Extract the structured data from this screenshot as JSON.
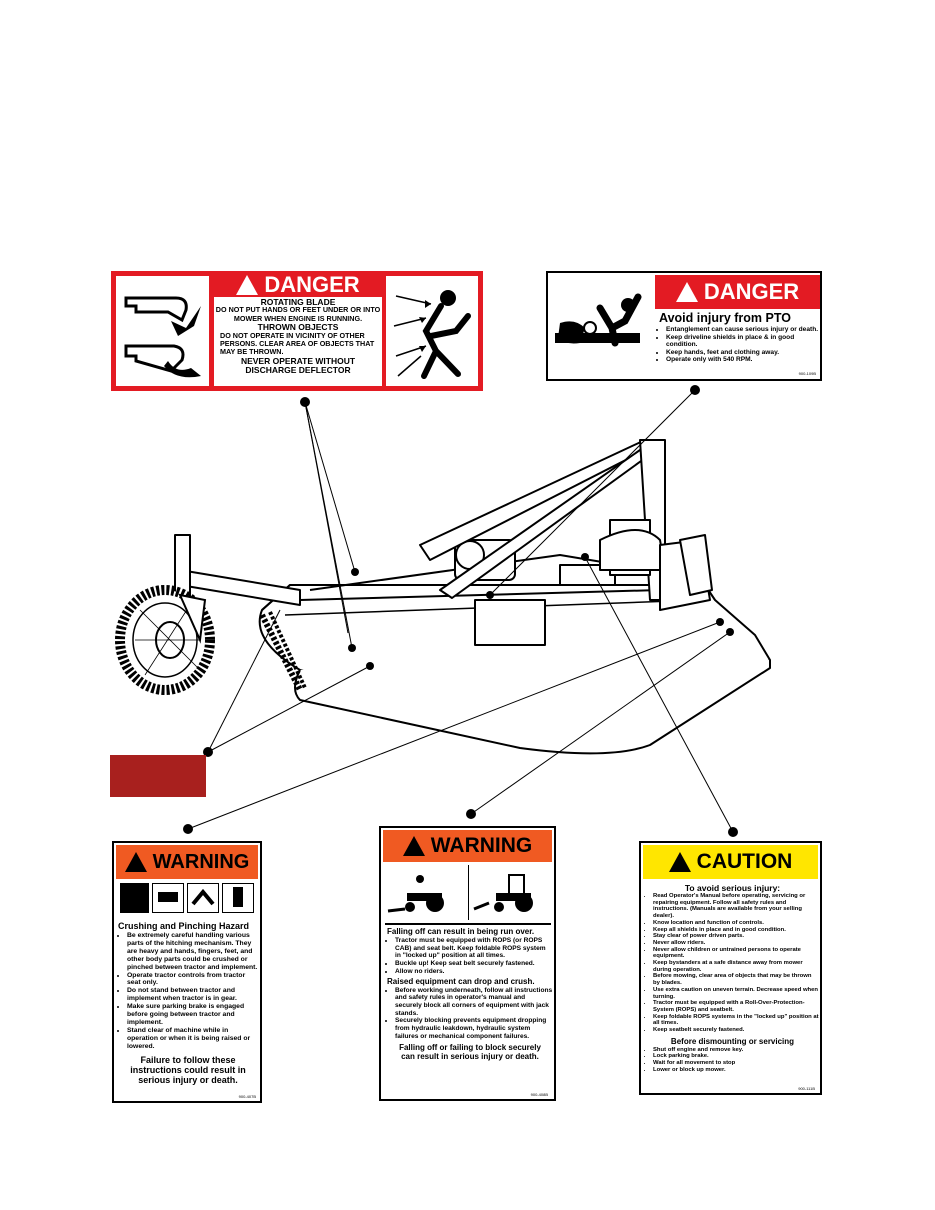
{
  "colors": {
    "danger_red": "#e31b23",
    "warning_orange": "#f05a22",
    "caution_yellow": "#ffe600",
    "dot": "#000000",
    "swatch": "#a8201e"
  },
  "danger_blade": {
    "header": "DANGER",
    "h1": "ROTATING BLADE",
    "p1": "DO NOT PUT HANDS OR FEET UNDER OR INTO MOWER WHEN ENGINE IS RUNNING.",
    "h2": "THROWN OBJECTS",
    "p2": "DO NOT OPERATE IN VICINITY OF OTHER PERSONS. CLEAR AREA OF OBJECTS THAT MAY BE THROWN.",
    "h3": "NEVER OPERATE WITHOUT DISCHARGE DEFLECTOR"
  },
  "danger_pto": {
    "header": "DANGER",
    "title": "Avoid injury from PTO",
    "items": [
      "Entanglement can cause serious injury or death.",
      "Keep driveline shields in place & in good condition.",
      "Keep hands, feet and clothing away.",
      "Operate only with 540 RPM."
    ],
    "code": "900-109B"
  },
  "warning_crush": {
    "header": "WARNING",
    "title": "Crushing and Pinching Hazard",
    "items": [
      "Be extremely careful handling various parts of the hitching mechanism. They are heavy and hands, fingers, feet, and other body parts could be crushed or pinched between tractor and implement.",
      "Operate tractor controls from tractor seat only.",
      "Do not stand between tractor and implement when tractor is in gear.",
      "Make sure parking brake is engaged before going between tractor and implement.",
      "Stand clear of machine while in operation or when it is being raised or lowered."
    ],
    "footer": "Failure to follow these instructions could result in serious injury or death.",
    "code": "900-407B"
  },
  "warning_runover": {
    "header": "WARNING",
    "h1": "Falling off can result in being run over.",
    "items1": [
      "Tractor must be equipped with ROPS (or ROPS CAB) and seat belt. Keep foldable ROPS system in \"locked up\" position at all times.",
      "Buckle up! Keep seat belt securely fastened.",
      "Allow no riders."
    ],
    "h2": "Raised equipment can drop and crush.",
    "items2": [
      "Before working underneath, follow all instructions and safety rules in operator's manual and securely block all corners of equipment with jack stands.",
      "Securely blocking prevents equipment dropping from hydraulic leakdown, hydraulic system failures or mechanical component failures."
    ],
    "footer": "Falling off or failing to block securely can result in serious injury or death.",
    "code": "900-408B"
  },
  "caution": {
    "header": "CAUTION",
    "title": "To avoid serious injury:",
    "items": [
      "Read Operator's Manual before operating, servicing or repairing equipment. Follow all safety rules and instructions. (Manuals are available from your selling dealer).",
      "Know location and function of controls.",
      "Keep all shields in place and in good condition.",
      "Stay clear of power driven parts.",
      "Never allow riders.",
      "Never allow children or untrained persons to operate equipment.",
      "Keep bystanders at a safe distance away from mower during operation.",
      "Before mowing, clear area of objects that may be thrown by blades.",
      "Use extra caution on uneven terrain. Decrease speed when turning.",
      "Tractor must be equipped with a Roll-Over-Protection-System (ROPS) and seatbelt.",
      "Keep foldable ROPS systems in the \"locked up\" position at all times.",
      "Keep seatbelt securely fastened."
    ],
    "h2": "Before dismounting or servicing",
    "items2": [
      "Shut off engine and remove key.",
      "Lock parking brake.",
      "Wait for all movement to stop",
      "Lower or block up mower."
    ],
    "code": "900-111B"
  }
}
